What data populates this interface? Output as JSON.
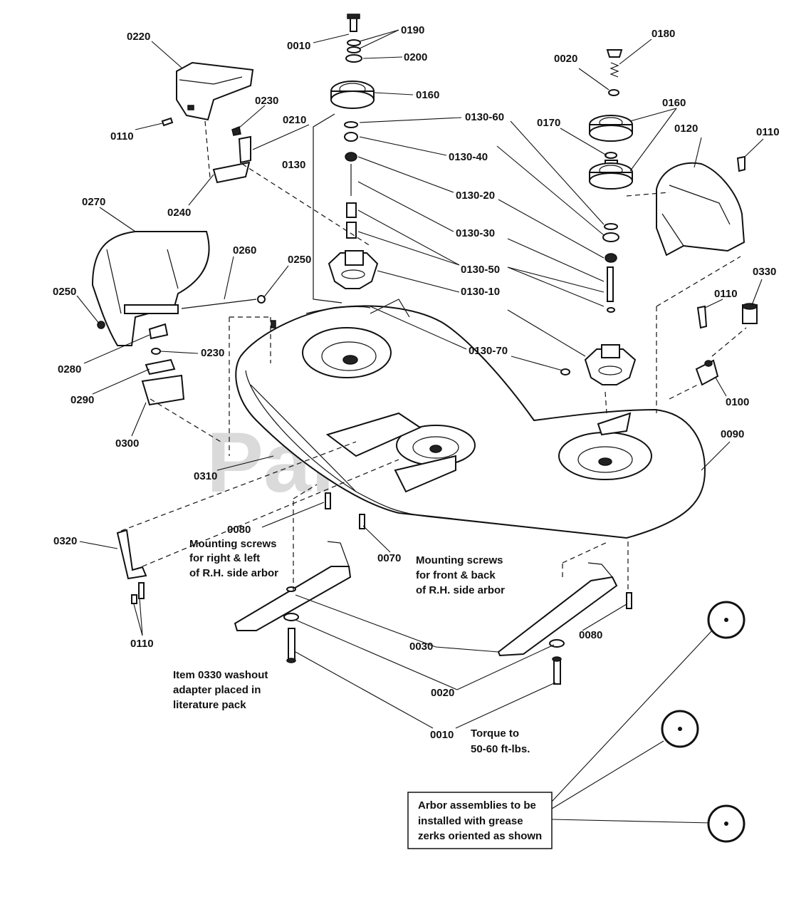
{
  "watermark": "PartsTree",
  "labels": {
    "l0220": "0220",
    "l0230a": "0230",
    "l0210": "0210",
    "l0110a": "0110",
    "l0240": "0240",
    "l0270": "0270",
    "l0260": "0260",
    "l0250a": "0250",
    "l0250b": "0250",
    "l0280": "0280",
    "l0230b": "0230",
    "l0290": "0290",
    "l0300": "0300",
    "l0310": "0310",
    "l0320": "0320",
    "l0110b": "0110",
    "l0010a": "0010",
    "l0190": "0190",
    "l0200": "0200",
    "l0160a": "0160",
    "l0130": "0130",
    "l0130_60": "0130-60",
    "l0130_40": "0130-40",
    "l0130_20": "0130-20",
    "l0130_30": "0130-30",
    "l0130_50": "0130-50",
    "l0130_10": "0130-10",
    "l0130_70": "0130-70",
    "l0020a": "0020",
    "l0180": "0180",
    "l0160b": "0160",
    "l0170": "0170",
    "l0120": "0120",
    "l0110c": "0110",
    "l0110d": "0110",
    "l0330": "0330",
    "l0100": "0100",
    "l0090": "0090",
    "l0080a": "0080",
    "l0070": "0070",
    "l0080b": "0080",
    "l0030": "0030",
    "l0020b": "0020",
    "l0010b": "0010"
  },
  "notes": {
    "mount_rl_1": "Mounting screws",
    "mount_rl_2": "for right & left",
    "mount_rl_3": "of R.H. side arbor",
    "mount_fb_1": "Mounting screws",
    "mount_fb_2": "for front & back",
    "mount_fb_3": "of R.H. side arbor",
    "washout_1": "Item 0330 washout",
    "washout_2": "adapter placed in",
    "washout_3": "literature pack",
    "torque_1": "Torque to",
    "torque_2": "50-60 ft-lbs.",
    "arbor_1": "Arbor assemblies to be",
    "arbor_2": "installed with grease",
    "arbor_3": "zerks oriented as shown"
  }
}
